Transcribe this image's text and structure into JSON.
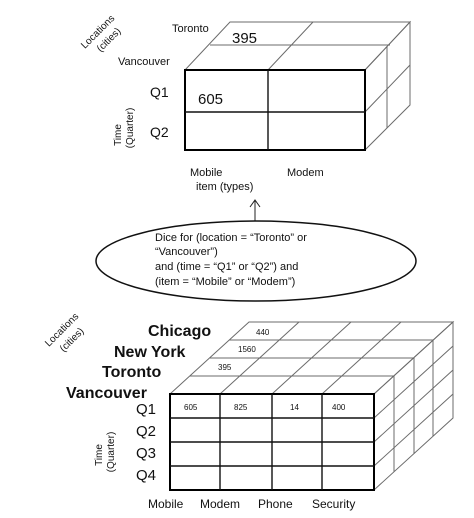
{
  "top_cube": {
    "axis_location": [
      "Locations",
      "(cities)"
    ],
    "axis_time": [
      "Time",
      "(Quarter)"
    ],
    "cities": [
      "Toronto",
      "Vancouver"
    ],
    "quarters": [
      "Q1",
      "Q2"
    ],
    "items": [
      "Mobile",
      "Modem"
    ],
    "item_caption": "item (types)",
    "value_q1_mobile_vancouver": "605",
    "value_q1_mobile_toronto": "395"
  },
  "dice_box": {
    "lines": [
      "Dice for (location = “Toronto” or",
      "“Vancouver”)",
      "and (time = “Q1” or “Q2”) and",
      "(item = “Mobile” or “Modem”)"
    ]
  },
  "bottom_cube": {
    "axis_location": [
      "Locations",
      "(cities)"
    ],
    "axis_time": [
      "Time",
      "(Quarter)"
    ],
    "cities": [
      "Chicago",
      "New York",
      "Toronto",
      "Vancouver"
    ],
    "quarters": [
      "Q1",
      "Q2",
      "Q3",
      "Q4"
    ],
    "items": [
      "Mobile",
      "Modem",
      "Phone",
      "Security"
    ],
    "q1_vancouver_values": [
      "605",
      "825",
      "14",
      "400"
    ],
    "top_face_values": [
      "440",
      "1560",
      "395"
    ]
  }
}
